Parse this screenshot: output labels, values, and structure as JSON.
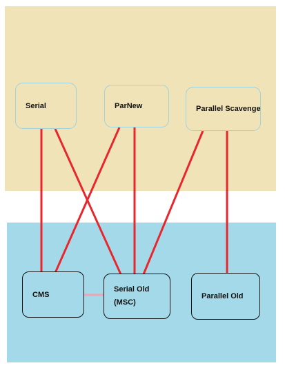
{
  "diagram": {
    "nodes": {
      "serial": "Serial",
      "parnew": "ParNew",
      "parallel_scavenge": "Parallel Scavenge",
      "cms": "CMS",
      "serial_old_line1": "Serial Old",
      "serial_old_line2": "(MSC)",
      "parallel_old": "Parallel Old"
    },
    "edges": [
      {
        "from": "serial",
        "to": "cms"
      },
      {
        "from": "serial",
        "to": "serial_old"
      },
      {
        "from": "parnew",
        "to": "cms"
      },
      {
        "from": "parnew",
        "to": "serial_old"
      },
      {
        "from": "parallel_scavenge",
        "to": "serial_old"
      },
      {
        "from": "parallel_scavenge",
        "to": "parallel_old"
      },
      {
        "from": "cms",
        "to": "serial_old"
      }
    ],
    "colors": {
      "young_region": "#f0e3b7",
      "old_region": "#a3d9e8",
      "edge": "#e8262d",
      "fallback_edge": "#f3a3b0",
      "young_node_border": "#9ed3df",
      "old_node_border": "#111111"
    }
  }
}
